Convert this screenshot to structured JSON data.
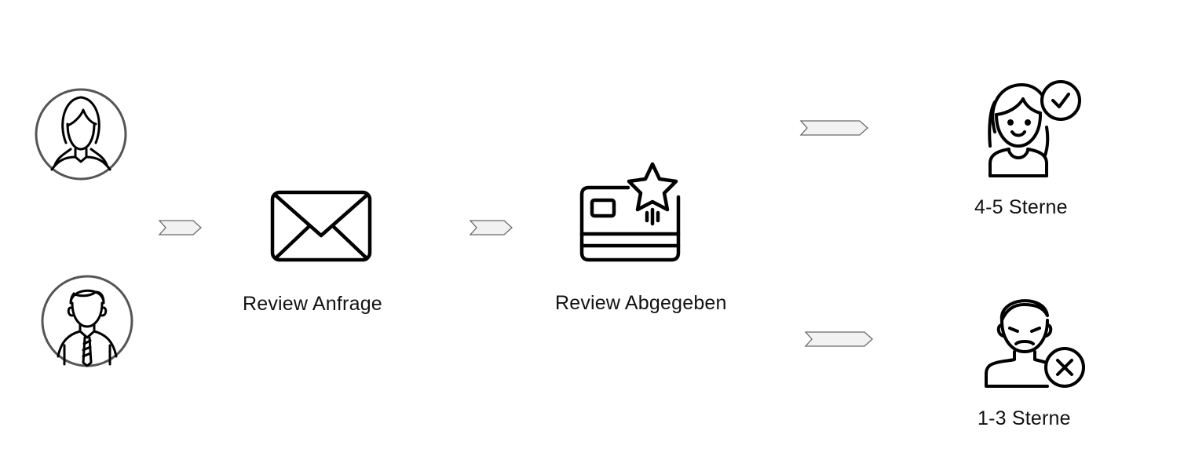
{
  "diagram": {
    "steps": [
      {
        "id": "request",
        "label": "Review Anfrage",
        "icon": "envelope-icon"
      },
      {
        "id": "submitted",
        "label": "Review Abgegeben",
        "icon": "review-card-star-icon"
      }
    ],
    "outcomes": [
      {
        "id": "positive",
        "label": "4-5 Sterne",
        "icon": "happy-user-check-icon"
      },
      {
        "id": "negative",
        "label": "1-3 Sterne",
        "icon": "sad-user-cross-icon"
      }
    ],
    "customers": [
      {
        "icon": "woman-avatar-icon"
      },
      {
        "icon": "man-avatar-icon"
      }
    ]
  }
}
